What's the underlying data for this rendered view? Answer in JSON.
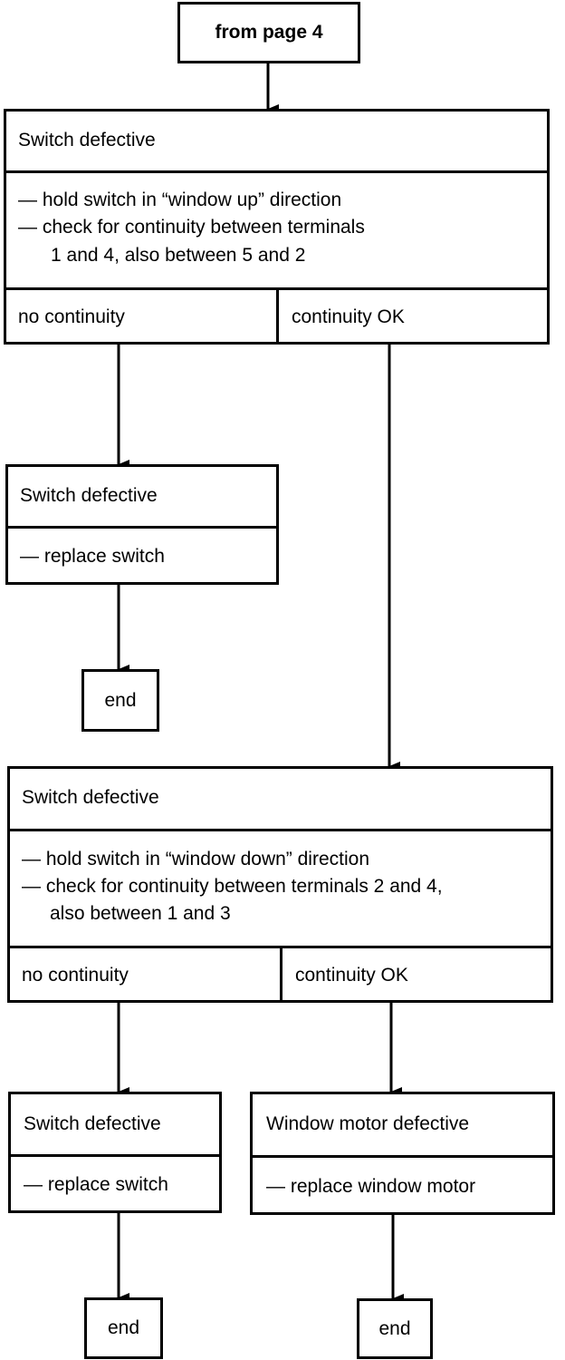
{
  "start": {
    "label": "from page 4"
  },
  "block1": {
    "title": "Switch defective",
    "steps": [
      "— hold switch in “window up” direction",
      "— check for continuity between terminals",
      "1 and 4, also between 5 and 2"
    ],
    "branch_left": "no continuity",
    "branch_right": "continuity OK"
  },
  "block2": {
    "title": "Switch defective",
    "action": "— replace switch",
    "end": "end"
  },
  "block3": {
    "title": "Switch defective",
    "steps": [
      "— hold switch in “window down” direction",
      "— check for continuity between terminals 2 and 4,",
      "also between 1 and 3"
    ],
    "branch_left": "no continuity",
    "branch_right": "continuity OK"
  },
  "block4": {
    "title": "Switch defective",
    "action": "— replace switch",
    "end": "end"
  },
  "block5": {
    "title": "Window motor defective",
    "action": "— replace window motor",
    "end": "end"
  }
}
